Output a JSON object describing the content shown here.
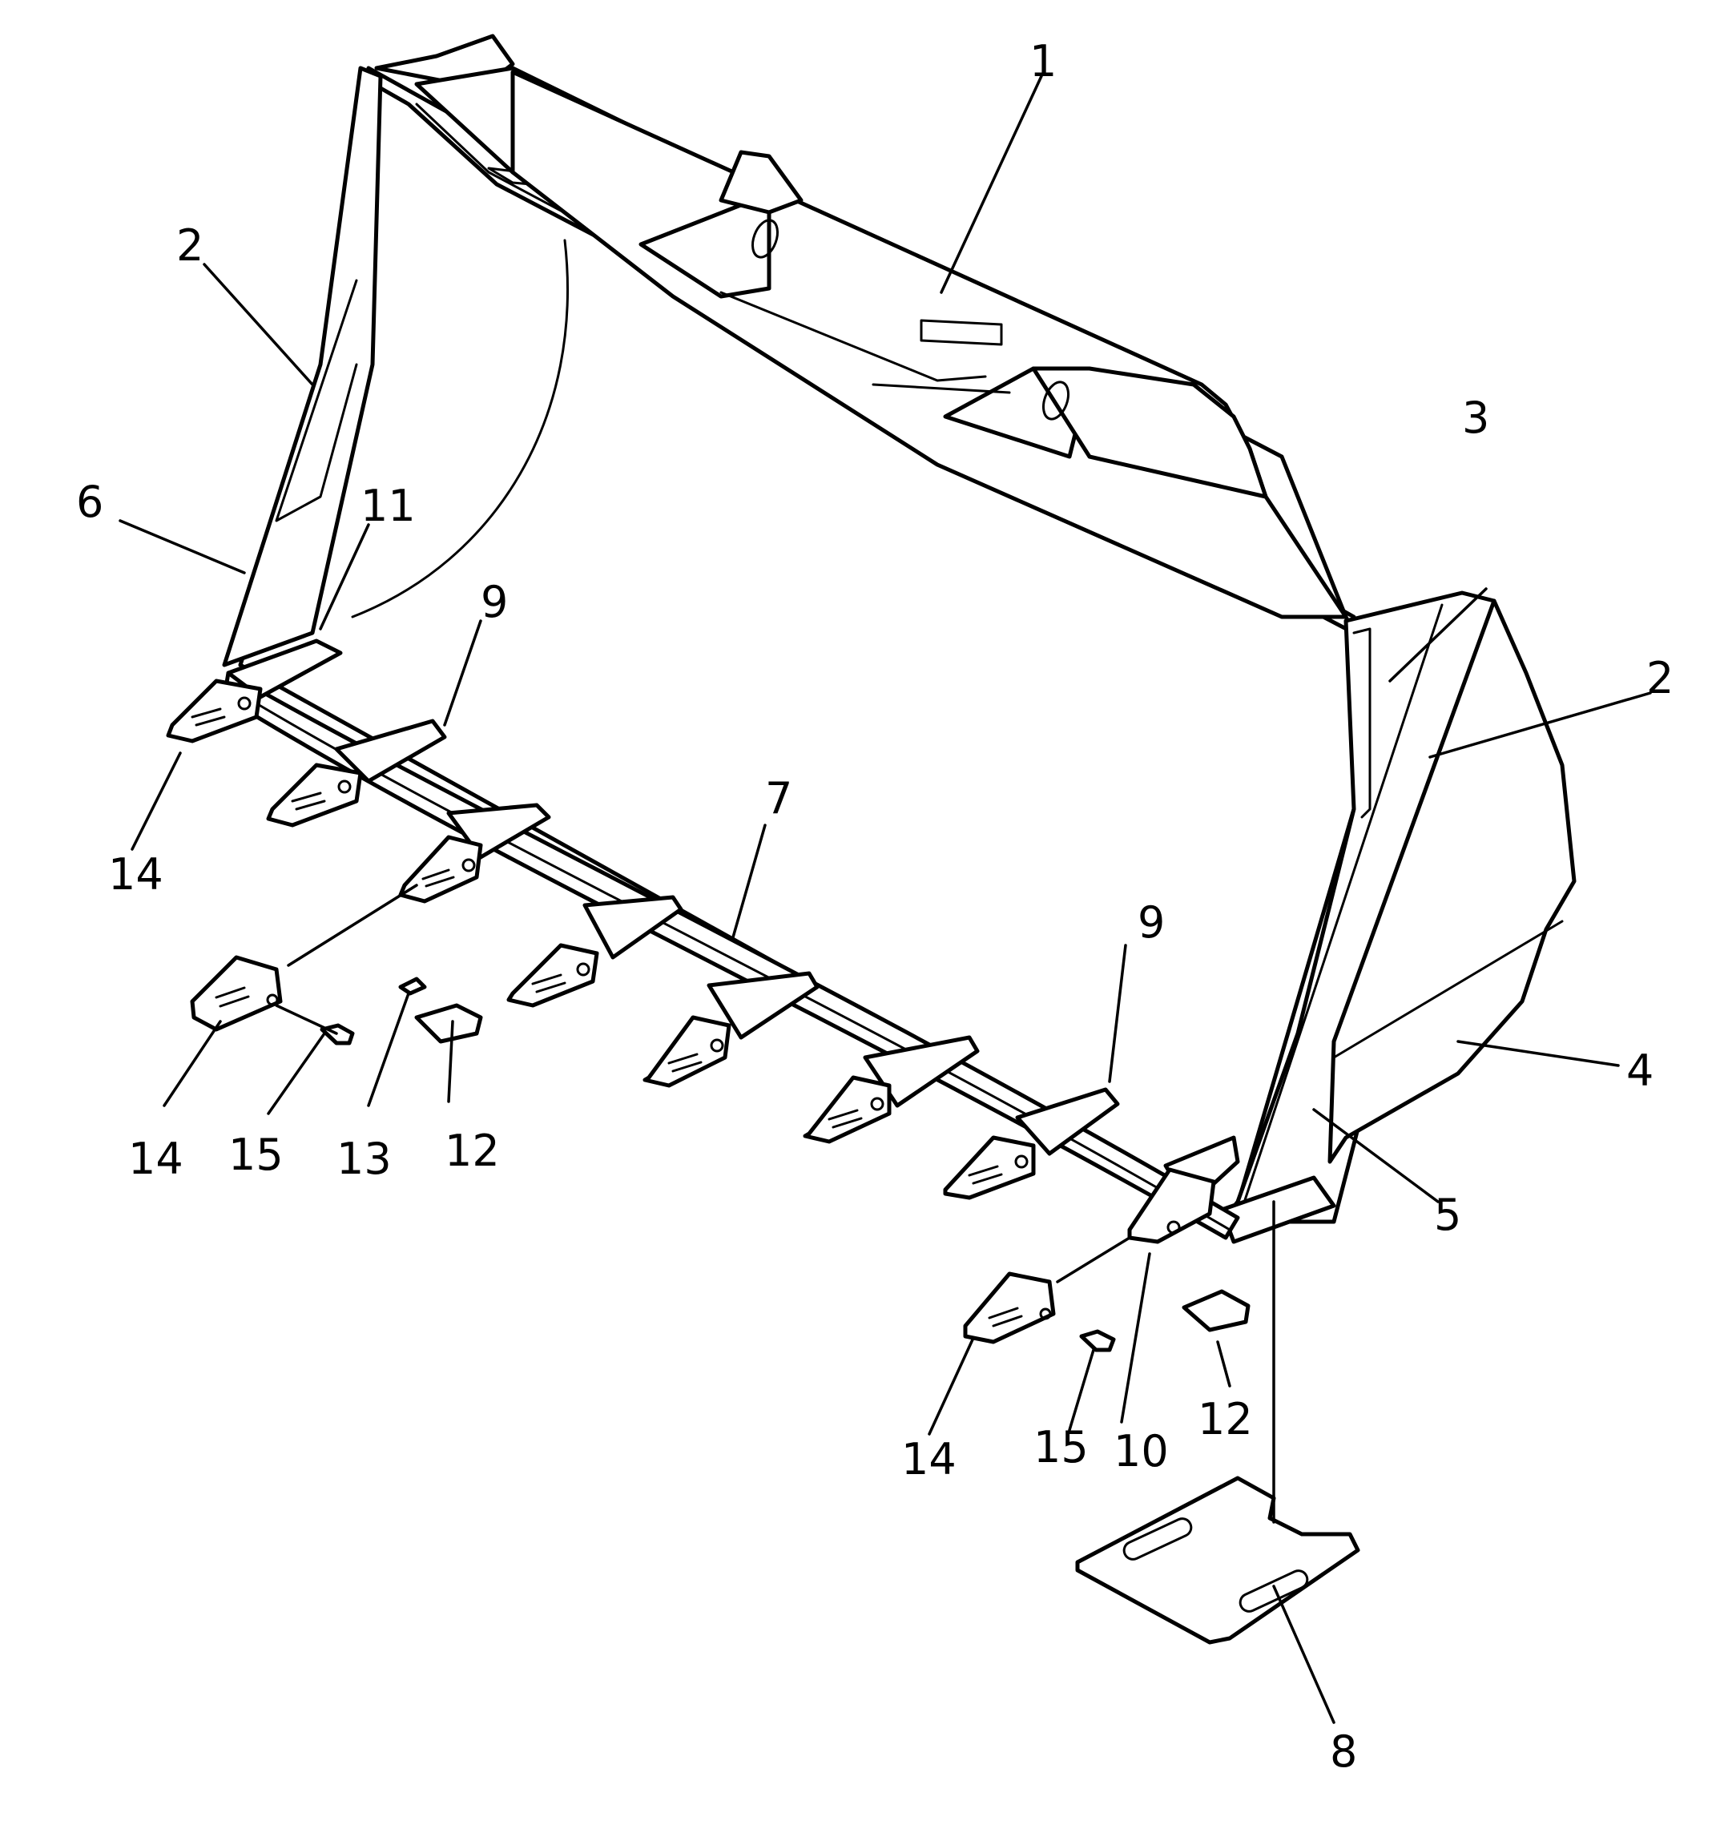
{
  "diagram": {
    "type": "exploded parts diagram",
    "subject": "wheel loader bucket with teeth and cutting edges",
    "callouts": [
      {
        "id": "c1",
        "text": "1"
      },
      {
        "id": "c2a",
        "text": "2"
      },
      {
        "id": "c2b",
        "text": "2"
      },
      {
        "id": "c3",
        "text": "3"
      },
      {
        "id": "c4",
        "text": "4"
      },
      {
        "id": "c5",
        "text": "5"
      },
      {
        "id": "c6",
        "text": "6"
      },
      {
        "id": "c7",
        "text": "7"
      },
      {
        "id": "c8",
        "text": "8"
      },
      {
        "id": "c9a",
        "text": "9"
      },
      {
        "id": "c9b",
        "text": "9"
      },
      {
        "id": "c10",
        "text": "10"
      },
      {
        "id": "c11",
        "text": "11"
      },
      {
        "id": "c12a",
        "text": "12"
      },
      {
        "id": "c12b",
        "text": "12"
      },
      {
        "id": "c13",
        "text": "13"
      },
      {
        "id": "c14a",
        "text": "14"
      },
      {
        "id": "c14b",
        "text": "14"
      },
      {
        "id": "c14c",
        "text": "14"
      },
      {
        "id": "c15a",
        "text": "15"
      },
      {
        "id": "c15b",
        "text": "15"
      }
    ]
  }
}
